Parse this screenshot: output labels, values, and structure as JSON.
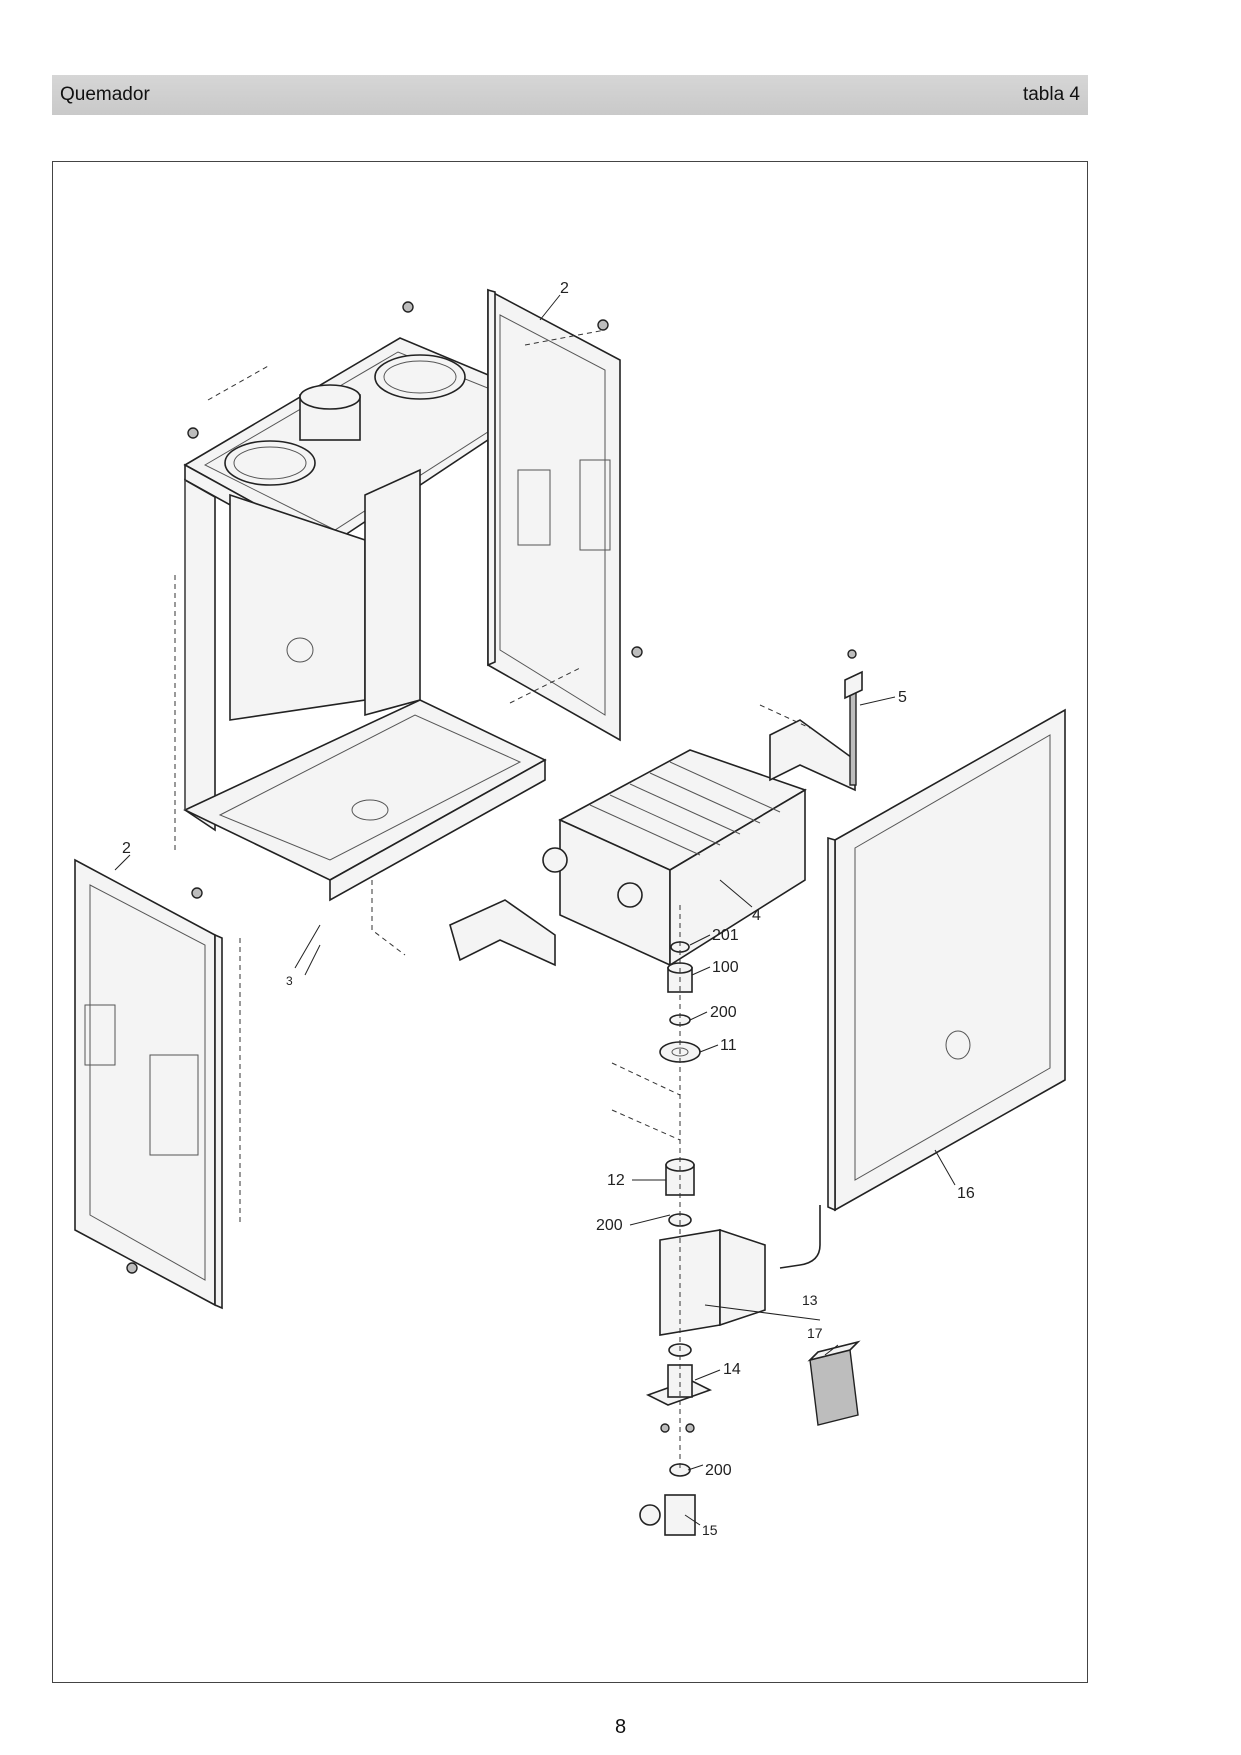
{
  "header": {
    "title": "Quemador",
    "table": "tabla 4"
  },
  "page_number": "8",
  "callouts": {
    "c2_top": "2",
    "c2_left": "2",
    "c3": "3",
    "c4": "4",
    "c5": "5",
    "c201": "201",
    "c100": "100",
    "c200_a": "200",
    "c11": "11",
    "c12": "12",
    "c200_b": "200",
    "c13": "13",
    "c17": "17",
    "c14": "14",
    "c200_c": "200",
    "c15": "15",
    "c16": "16"
  }
}
